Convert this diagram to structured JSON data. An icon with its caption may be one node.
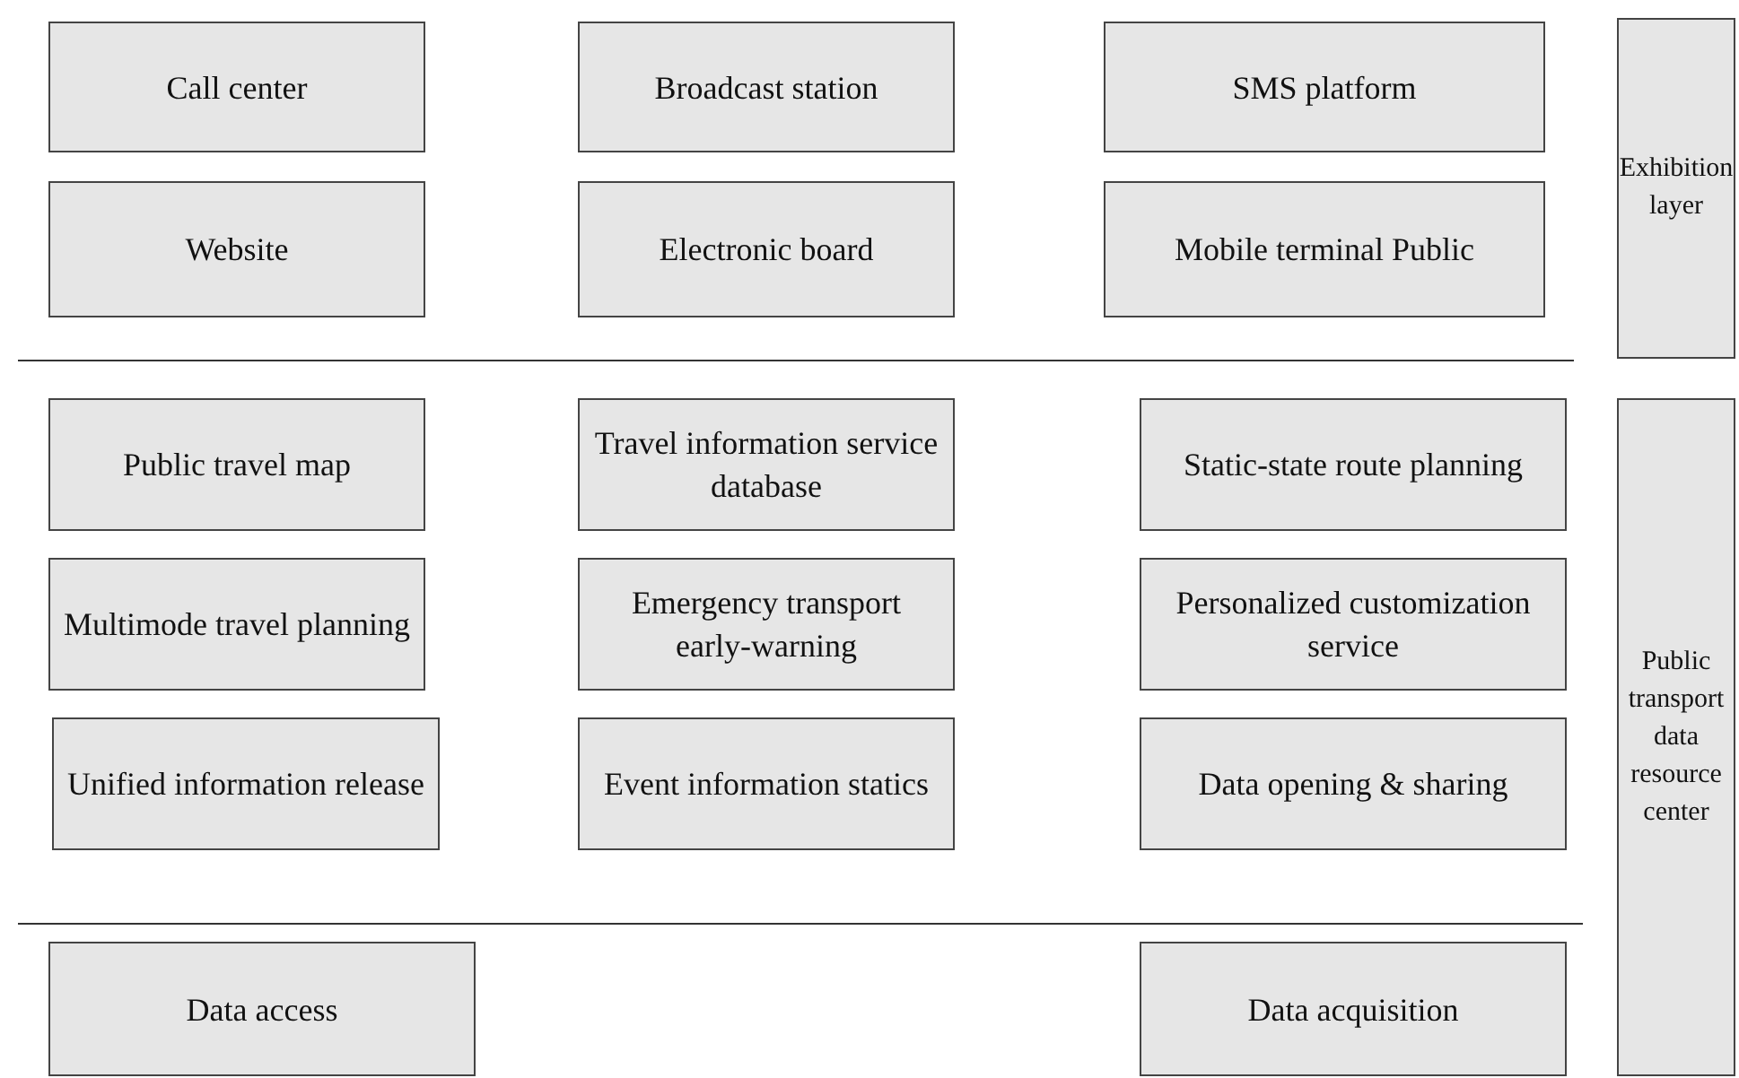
{
  "diagram": {
    "nodes": [
      {
        "text": [
          "Call center"
        ]
      },
      {
        "text": [
          "Broadcast station"
        ]
      },
      {
        "text": [
          "SMS platform"
        ]
      },
      {
        "text": [
          "Website"
        ]
      },
      {
        "text": [
          "Electronic board"
        ]
      },
      {
        "text": [
          "Mobile terminal Public"
        ]
      },
      {
        "text": [
          "Public travel map"
        ]
      },
      {
        "text": [
          "Travel information service database"
        ]
      },
      {
        "text": [
          "Static-state route planning"
        ]
      },
      {
        "text": [
          "Multimode travel planning"
        ]
      },
      {
        "text": [
          "Emergency transport early-warning"
        ]
      },
      {
        "text": [
          "Personalized customization service"
        ]
      },
      {
        "text": [
          "Unified information release"
        ]
      },
      {
        "text": [
          "Event information statics"
        ]
      },
      {
        "text": [
          "Data opening & sharing"
        ]
      },
      {
        "text": [
          "Data access"
        ]
      },
      {
        "text": [
          "Data acquisition"
        ]
      },
      {
        "text": [
          "Exhibition layer"
        ]
      },
      {
        "text": [
          "Public transport data resource center"
        ]
      }
    ]
  }
}
